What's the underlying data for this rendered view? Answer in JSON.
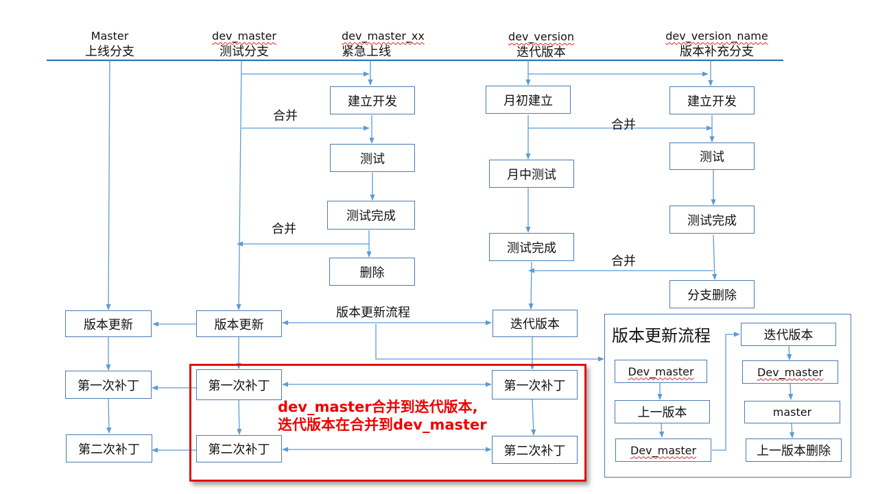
{
  "colors": {
    "line": "#5b9bd5",
    "box_border": "#4a7ab0",
    "highlight": "#e01010",
    "note_text": "#ee0000"
  },
  "headers": [
    {
      "en": "Master",
      "zh": "上线分支"
    },
    {
      "en": "dev_master",
      "zh": "测试分支"
    },
    {
      "en": "dev_master_xx",
      "zh": "紧急上线"
    },
    {
      "en": "dev_version",
      "zh": "迭代版本"
    },
    {
      "en": "dev_version_name",
      "zh": "版本补充分支"
    }
  ],
  "boxes": {
    "urgent_create": "建立开发",
    "urgent_test": "测试",
    "urgent_done": "测试完成",
    "urgent_delete": "删除",
    "ver_create": "月初建立",
    "ver_midtest": "月中测试",
    "ver_done": "测试完成",
    "name_create": "建立开发",
    "name_test": "测试",
    "name_done": "测试完成",
    "name_delete": "分支删除",
    "m_update": "版本更新",
    "m_patch1": "第一次补丁",
    "m_patch2": "第二次补丁",
    "d_update": "版本更新",
    "d_patch1": "第一次补丁",
    "d_patch2": "第二次补丁",
    "v_iter": "迭代版本",
    "v_patch1": "第一次补丁",
    "v_patch2": "第二次补丁"
  },
  "labels": {
    "merge1": "合并",
    "merge2": "合并",
    "merge3": "合并",
    "merge4": "合并",
    "flow": "版本更新流程"
  },
  "panel": {
    "title": "版本更新流程",
    "left": [
      "Dev_master",
      "上一版本",
      "Dev_master"
    ],
    "right": [
      "迭代版本",
      "Dev_master",
      "master",
      "上一版本删除"
    ]
  },
  "note": {
    "line1_bold": "dev_master",
    "line1_rest": "合并到迭代版本,",
    "line2_start": "迭代版本在合并到",
    "line2_bold": "dev_master"
  }
}
